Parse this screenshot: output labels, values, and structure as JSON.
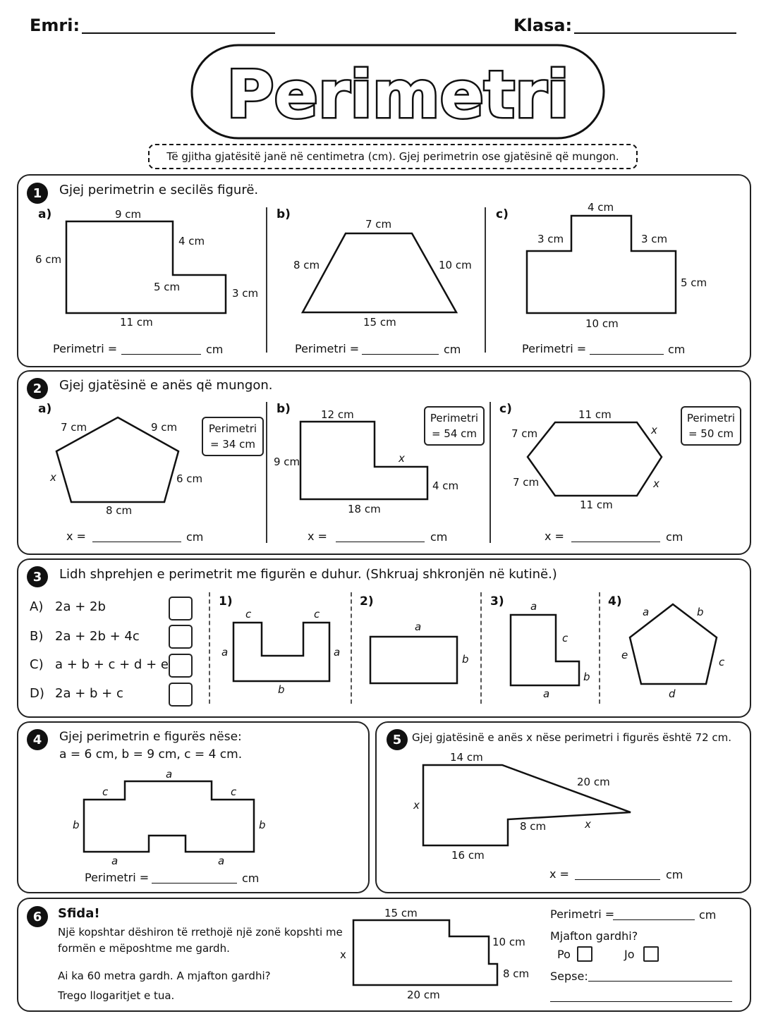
{
  "header": {
    "name_label": "Emri:",
    "class_label": "Klasa:"
  },
  "title": "Perimetri",
  "instructions": "Të gjitha gjatësitë janë në centimetra (cm). Gjej perimetrin ose gjatësinë që mungon.",
  "s1": {
    "num": "1",
    "question": "Gjej perimetrin e secilës figurë.",
    "a": {
      "tag": "a)",
      "top": "9 cm",
      "left": "6 cm",
      "step_v": "4 cm",
      "step_h": "5 cm",
      "right": "3 cm",
      "bottom": "11 cm"
    },
    "b": {
      "tag": "b)",
      "top": "7 cm",
      "left": "8 cm",
      "right": "10 cm",
      "bottom": "15 cm"
    },
    "c": {
      "tag": "c)",
      "top": "4 cm",
      "left_step": "3 cm",
      "right_step": "3 cm",
      "right": "5 cm",
      "bottom": "10 cm"
    },
    "answer_label": "Perimetri =",
    "unit": "cm"
  },
  "s2": {
    "num": "2",
    "question": "Gjej gjatësinë e anës që mungon.",
    "a": {
      "tag": "a)",
      "s1": "7 cm",
      "s2": "9 cm",
      "s3": "6 cm",
      "s4": "8 cm",
      "x": "x",
      "box1": "Perimetri",
      "box2": "= 34 cm"
    },
    "b": {
      "tag": "b)",
      "top": "12 cm",
      "left": "9 cm",
      "x": "x",
      "right": "4 cm",
      "bottom": "18 cm",
      "box1": "Perimetri",
      "box2": "= 54 cm"
    },
    "c": {
      "tag": "c)",
      "top": "11 cm",
      "ul": "7 cm",
      "ur": "x",
      "ll": "7 cm",
      "lr": "x",
      "bottom": "11 cm",
      "box1": "Perimetri",
      "box2": "= 50 cm"
    },
    "answer_label": "x =",
    "unit": "cm"
  },
  "s3": {
    "num": "3",
    "question": "Lidh shprehjen e perimetrit me figurën e duhur. (Shkruaj shkronjën në kutinë.)",
    "options": [
      {
        "letter": "A)",
        "expr": "2a + 2b"
      },
      {
        "letter": "B)",
        "expr": "2a + 2b + 4c"
      },
      {
        "letter": "C)",
        "expr": "a + b + c + d + e"
      },
      {
        "letter": "D)",
        "expr": "2a + b + c"
      }
    ],
    "f1": {
      "tag": "1)",
      "c1": "c",
      "c2": "c",
      "a1": "a",
      "a2": "a",
      "b": "b"
    },
    "f2": {
      "tag": "2)",
      "a": "a",
      "b": "b"
    },
    "f3": {
      "tag": "3)",
      "a_top": "a",
      "c": "c",
      "b": "b",
      "a_bot": "a"
    },
    "f4": {
      "tag": "4)",
      "a": "a",
      "b": "b",
      "c": "c",
      "d": "d",
      "e": "e"
    }
  },
  "s4": {
    "num": "4",
    "question": "Gjej perimetrin e figurës nëse:",
    "values": "a = 6 cm, b = 9 cm, c = 4 cm.",
    "labels": {
      "a_top": "a",
      "c_left": "c",
      "c_right": "c",
      "b_left": "b",
      "b_right": "b",
      "a_bl": "a",
      "a_br": "a"
    },
    "answer_label": "Perimetri =",
    "unit": "cm"
  },
  "s5": {
    "num": "5",
    "question": "Gjej gjatësinë e anës x nëse perimetri i figurës është 72 cm.",
    "labels": {
      "top": "14 cm",
      "slant": "20 cm",
      "left": "x",
      "mid": "8 cm",
      "lower": "x",
      "bottom": "16 cm"
    },
    "answer_label": "x =",
    "unit": "cm"
  },
  "s6": {
    "num": "6",
    "title": "Sfida!",
    "text1": "Një kopshtar dëshiron të rrethojë një zonë kopshti me",
    "text2": "formën e mëposhtme me gardh.",
    "text3": "Ai ka 60 metra gardh. A mjafton gardhi?",
    "text4": "Trego llogaritjet e tua.",
    "labels": {
      "top": "15 cm",
      "left": "x",
      "mid": "10 cm",
      "right": "8 cm",
      "bottom": "20 cm"
    },
    "perim_label": "Perimetri =",
    "unit": "cm",
    "enough": "Mjafton gardhi?",
    "yes": "Po",
    "no": "Jo",
    "why": "Sepse:"
  }
}
